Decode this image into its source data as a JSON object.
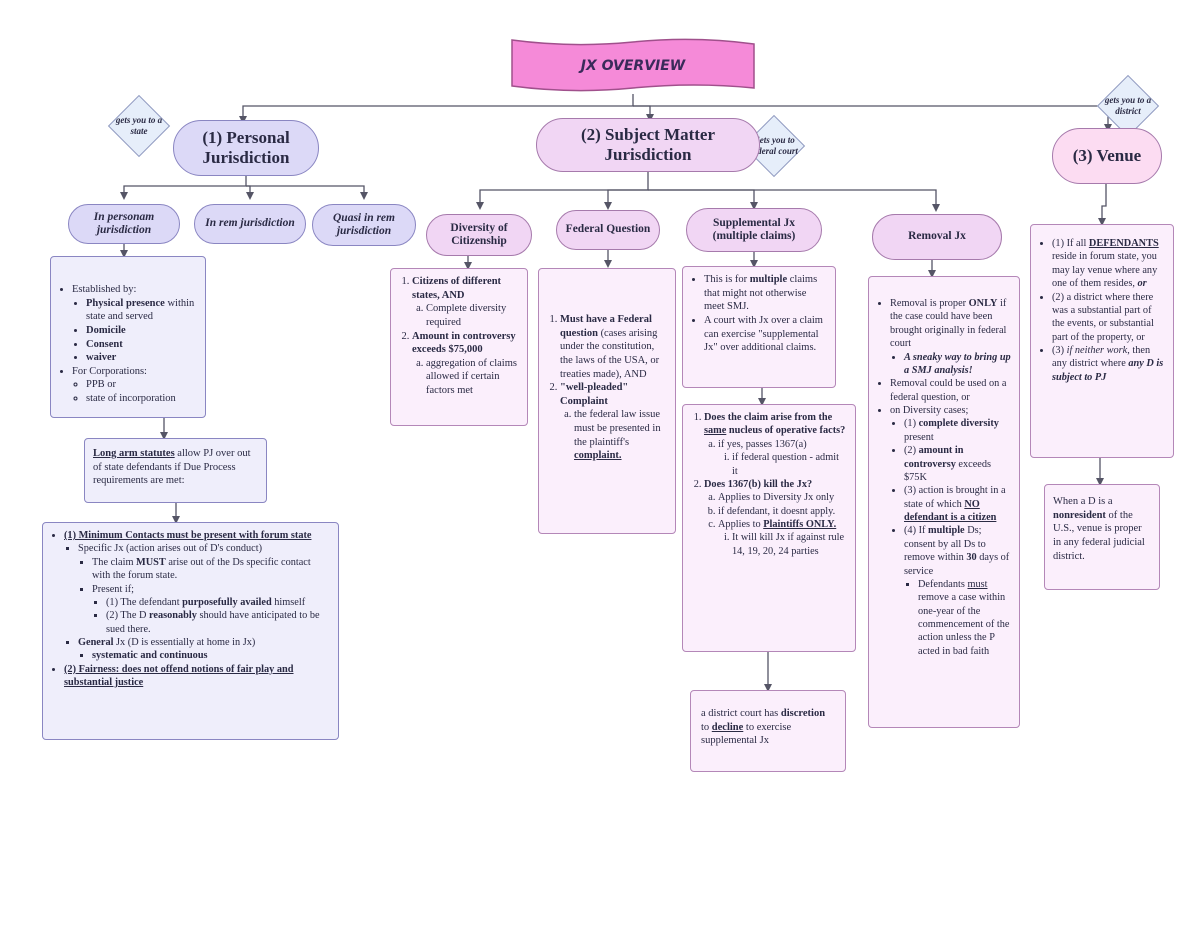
{
  "title": "JX OVERVIEW",
  "colors": {
    "banner": "#f58ad8",
    "lavender": "#dcd9f7",
    "pink": "#f1d6f4",
    "line": "#555566"
  },
  "notes": {
    "pj": "gets you to a state",
    "smj": "Gets you to federal court",
    "venue": "gets you to a district"
  },
  "pj": {
    "title": "(1) Personal Jurisdiction",
    "in_personam": "In personam jurisdiction",
    "in_rem": "In rem jurisdiction",
    "quasi": "Quasi in rem jurisdiction",
    "established": {
      "head": "Established by:",
      "items": [
        "Physical presence",
        "within state and served",
        "Domicile",
        "Consent",
        "waiver"
      ],
      "corp_head": "For Corporations:",
      "corp_items": [
        "PPB or",
        "state of incorporation"
      ]
    },
    "longarm": {
      "u": "Long arm statutes",
      "rest": " allow PJ over out of state defendants if Due Process requirements are met:"
    },
    "min_contacts": {
      "l1": "(1) Minimum Contacts must be present with forum state",
      "specific": "Specific Jx (action arises out of D's conduct)",
      "claim_a": "The claim ",
      "claim_b": "MUST",
      "claim_c": " arise out of the Ds specific contact with the forum state.",
      "present": "Present if;",
      "p1a": "(1)  The defendant ",
      "p1b": "purposefully availed",
      "p1c": " himself",
      "p2a": "(2)  The D ",
      "p2b": "reasonably",
      "p2c": " should have anticipated to be sued there.",
      "general_a": "General",
      "general_b": " Jx (D is essentially at home in Jx)",
      "systematic": "systematic and continuous",
      "l2": "(2) Fairness: does not offend notions of fair play and substantial justice"
    }
  },
  "smj": {
    "title": "(2) Subject Matter Jurisdiction",
    "diversity": {
      "title": "Diversity of Citizenship",
      "i1": "Citizens of different states, AND",
      "i1a": "Complete diversity required",
      "i2": "Amount in controversy exceeds $75,000",
      "i2a": "aggregation of claims allowed if certain factors met"
    },
    "fq": {
      "title": "Federal Question",
      "i1a": "Must have a Federal question",
      "i1b": " (cases arising under the constitution, the laws of the USA, or treaties made), AND",
      "i2": "\"well-pleaded\" Complaint",
      "i2a_a": "the federal law issue must be presented in the plaintiff's ",
      "i2a_b": "complaint."
    },
    "supp": {
      "title": "Supplemental Jx (multiple claims)",
      "b1a": "This is for ",
      "b1b": "multiple",
      "b1c": " claims that might not otherwise meet SMJ.",
      "b2": "A court with Jx over a claim can exercise \"supplemental Jx\" over additional claims.",
      "q1a": "Does the claim arise from the ",
      "q1b": "same",
      "q1c": " nucleus of operative facts?",
      "q1_a": "if yes, passes 1367(a)",
      "q1_ai": "if federal question - admit it",
      "q2": "Does 1367(b) kill the Jx?",
      "q2_a": "Applies to Diversity Jx only",
      "q2_b": "if defendant, it doesnt apply.",
      "q2_c_a": "Applies to ",
      "q2_c_b": "Plaintiffs ONLY.",
      "q2_ci": "It will kill Jx if against rule 14, 19, 20, 24 parties",
      "disc_a": "a district court has ",
      "disc_b": "discretion",
      "disc_c": " to ",
      "disc_d": "decline",
      "disc_e": " to exercise supplemental Jx"
    },
    "removal": {
      "title": "Removal Jx",
      "b1a": "Removal is proper ",
      "b1b": "ONLY",
      "b1c": " if the case could have been brought originally in federal court",
      "b1sub": "A sneaky way to bring up a SMJ analysis!",
      "b2": "Removal could be used on a federal question, or",
      "b3": "on Diversity cases;",
      "c1a": "(1) ",
      "c1b": "complete diversity",
      "c1c": " present",
      "c2a": "(2) ",
      "c2b": "amount in controversy",
      "c2c": " exceeds $75K",
      "c3a": "(3) action is brought in a state of which ",
      "c3b": "NO defendant is a citizen",
      "c4a": "(4) If ",
      "c4b": "multiple",
      "c4c": " Ds; consent by all Ds to remove within ",
      "c4d": "30",
      "c4e": " days of service",
      "c4sub_a": "Defendants ",
      "c4sub_b": "must",
      "c4sub_c": " remove a case within one-year of the commencement of the action unless the P acted in bad faith"
    }
  },
  "venue": {
    "title": "(3) Venue",
    "v1a": "(1) If all ",
    "v1b": "DEFENDANTS",
    "v1c": " reside in forum state, you may lay venue where any one of them resides, ",
    "v1d": "or",
    "v2a": "(2) a district where there was a ",
    "v2b": "substantial part of the events, or substantial part of the property",
    "v2c": ", or",
    "v3a": "(3) ",
    "v3b": "if neither work",
    "v3c": ", then any district where ",
    "v3d": "any D is subject to PJ",
    "nr_a": "When a D is a ",
    "nr_b": "nonresident",
    "nr_c": " of the U.S., venue is proper in any federal judicial district."
  }
}
